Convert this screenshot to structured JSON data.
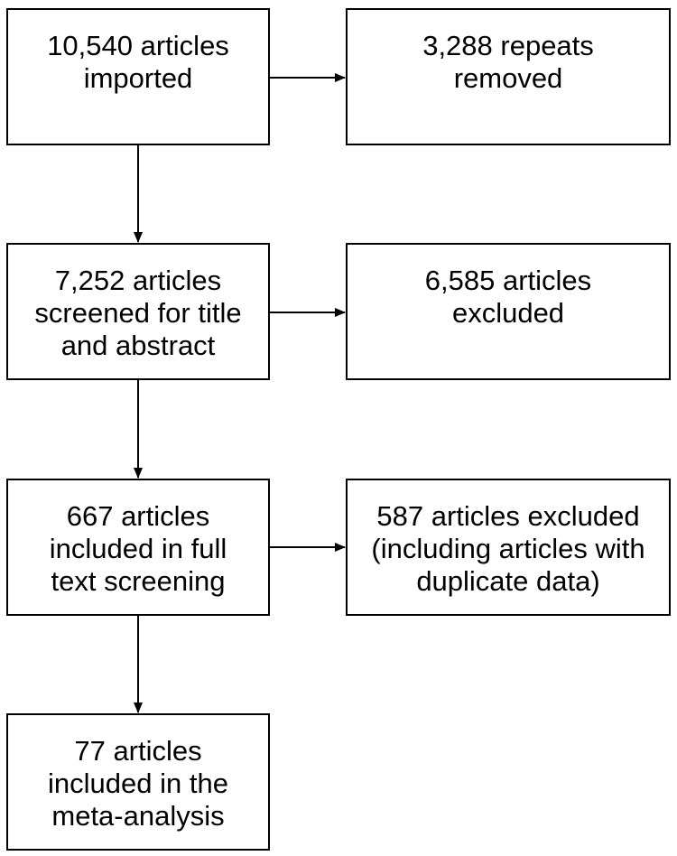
{
  "flowchart": {
    "imported": [
      "10,540 articles",
      "imported"
    ],
    "repeats_removed": [
      "3,288 repeats",
      "removed"
    ],
    "screened": [
      "7,252 articles",
      "screened for title",
      "and abstract"
    ],
    "excluded_screening": [
      "6,585 articles",
      "excluded"
    ],
    "full_text": [
      "667 articles",
      "included in full",
      "text screening"
    ],
    "excluded_full_text": [
      "587 articles excluded",
      "(including articles with",
      "duplicate data)"
    ],
    "meta_analysis": [
      "77 articles",
      "included in the",
      "meta-analysis"
    ]
  }
}
